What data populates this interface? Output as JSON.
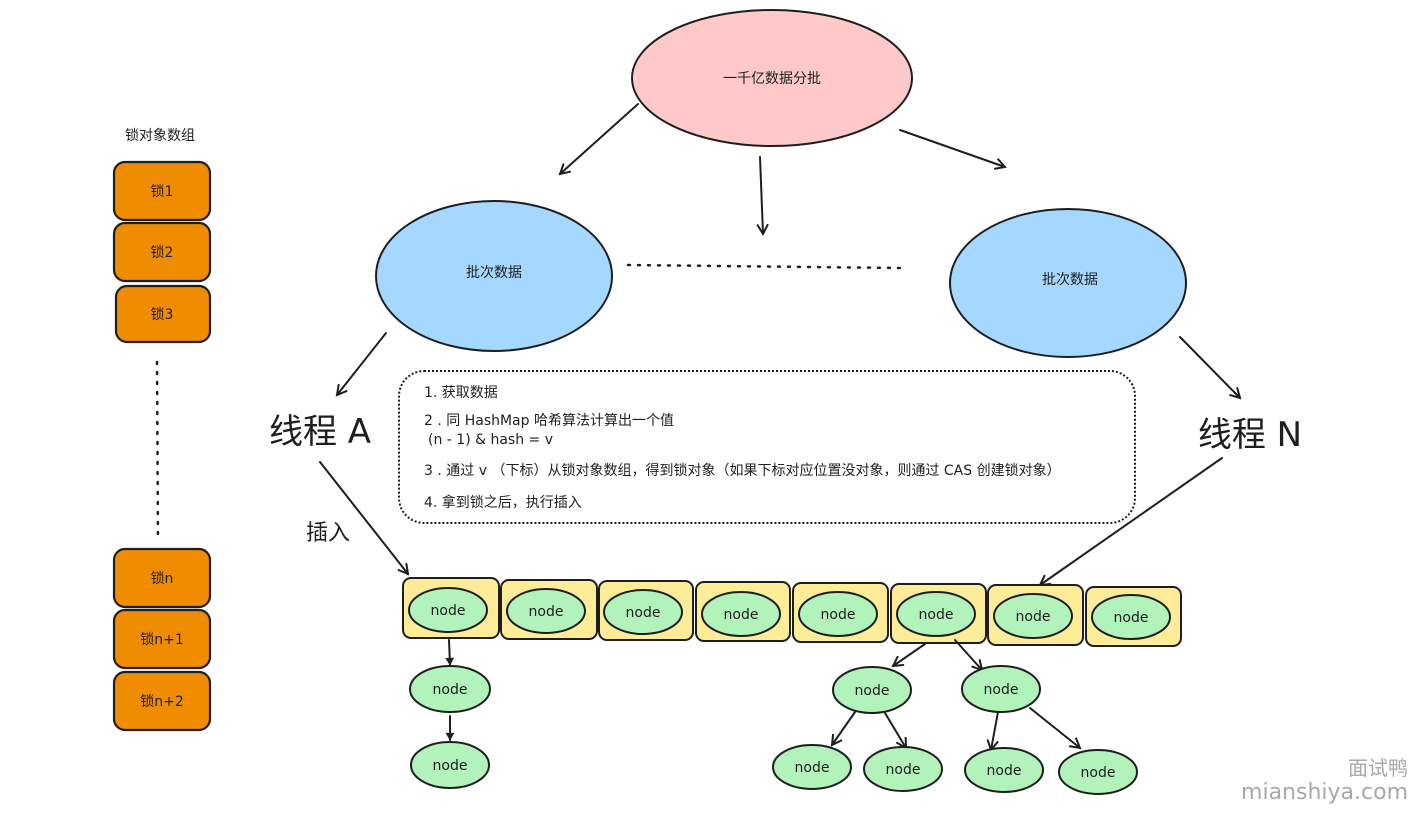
{
  "top_node": "一千亿数据分批",
  "batch_left": "批次数据",
  "batch_right": "批次数据",
  "thread_a": "线程 A",
  "thread_n": "线程 N",
  "insert_label": "插入",
  "lock_array": {
    "title": "锁对象数组",
    "locks": [
      "锁1",
      "锁2",
      "锁3",
      "锁n",
      "锁n+1",
      "锁n+2"
    ]
  },
  "steps": [
    "1. 获取数据",
    "2 . 同 HashMap 哈希算法计算出一个值",
    "(n - 1) & hash = v",
    "3 . 通过 v （下标）从锁对象数组，得到锁对象（如果下标对应位置没对象，则通过 CAS 创建锁对象）",
    "4. 拿到锁之后，执行插入"
  ],
  "node_label": "node",
  "watermark": {
    "cn": "面试鸭",
    "en": "mianshiya.com"
  },
  "colors": {
    "top_node": "#ffc9c9",
    "batch": "#a5d8ff",
    "lock": "#f08c00",
    "bucket": "#ffec99",
    "node": "#b2f2bb"
  }
}
